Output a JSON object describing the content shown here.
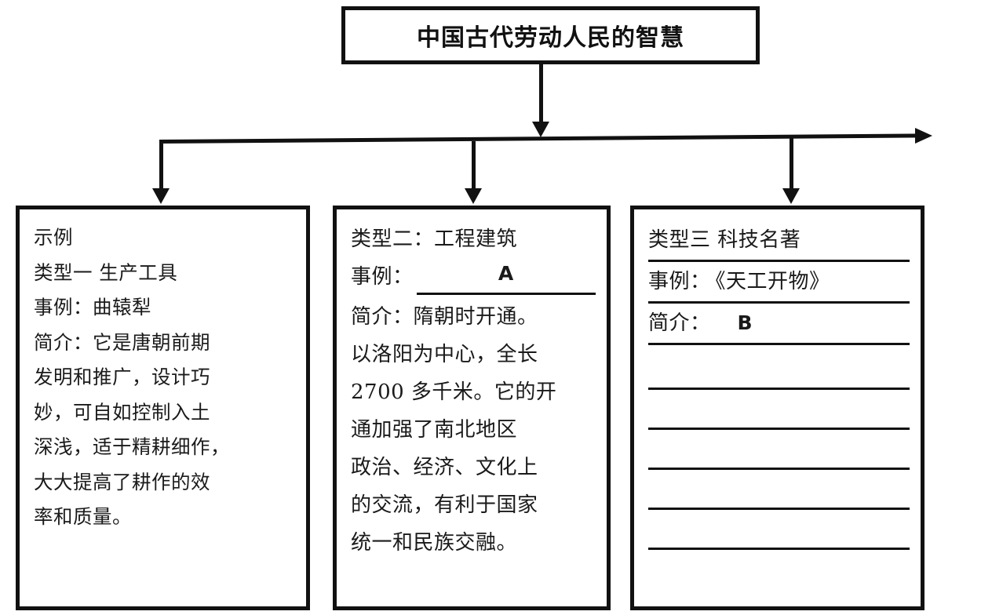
{
  "diagram": {
    "title": "中国古代劳动人民的智慧",
    "branch_count": 3
  },
  "cards": [
    {
      "id": "card-1",
      "label": "示例",
      "type_line": "类型一  生产工具",
      "case_label": "事例：曲辕犁",
      "intro_lines": [
        "简介：它是唐朝前期",
        "发明和推广，设计巧",
        "妙，可自如控制入土",
        "深浅，适于精耕细作，",
        "大大提高了耕作的效",
        "率和质量。"
      ]
    },
    {
      "id": "card-2",
      "type_line": "类型二：工程建筑",
      "case_label": "事例：",
      "case_blank_value": "A",
      "intro_lines": [
        "简介：隋朝时开通。",
        "以洛阳为中心，全长",
        "2700 多千米。它的开",
        "通加强了南北地区",
        "政治、经济、文化上",
        "的交流，有利于国家",
        "统一和民族交融。"
      ]
    },
    {
      "id": "card-3",
      "type_line": "类型三  科技名著",
      "case_label": "事例：",
      "case_value": "《天工开物》",
      "intro_label": "简介：",
      "intro_blank_value": "B",
      "blank_line_count": 5
    }
  ],
  "colors": {
    "ink": "#111111",
    "paper": "#ffffff"
  }
}
